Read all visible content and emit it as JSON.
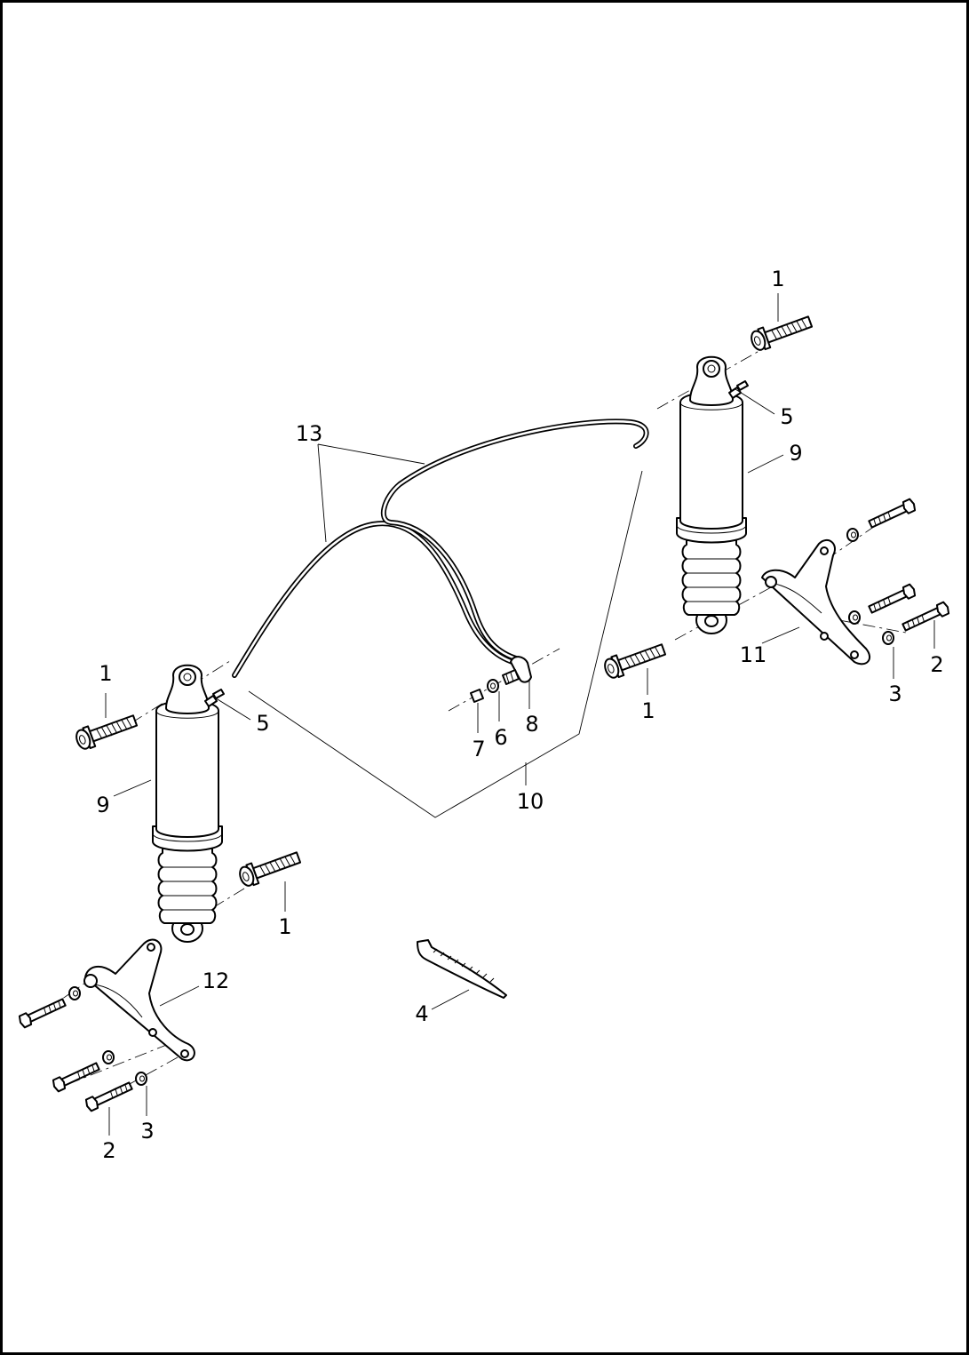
{
  "callouts": {
    "c1_top_right": "1",
    "c5_top_right": "5",
    "c9_right": "9",
    "c13": "13",
    "c1_left": "1",
    "c5_left": "5",
    "c9_left": "9",
    "c7": "7",
    "c6": "6",
    "c8": "8",
    "c10": "10",
    "c1_right_low": "1",
    "c11": "11",
    "c2_right": "2",
    "c3_right": "3",
    "c1_left_low": "1",
    "c12": "12",
    "c4": "4",
    "c3_left": "3",
    "c2_left": "2"
  }
}
